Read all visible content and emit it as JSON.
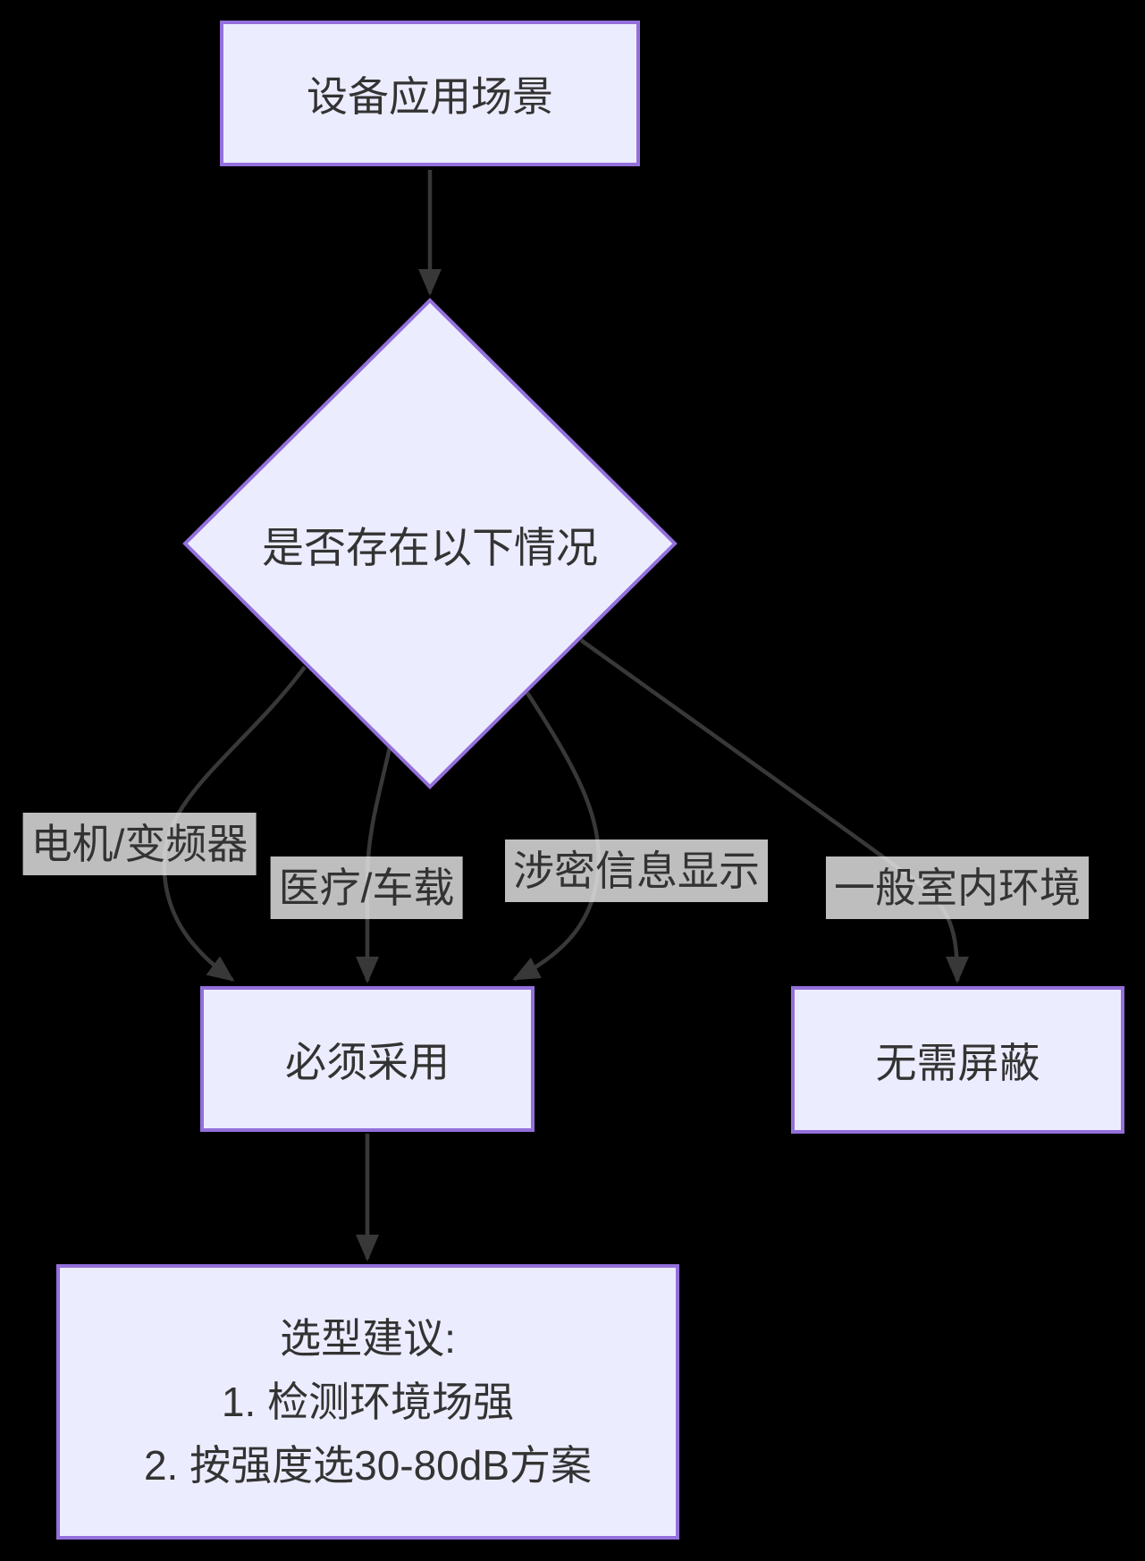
{
  "diagram": {
    "colors": {
      "background": "#000000",
      "node_fill": "#ECECFF",
      "node_border": "#9370DB",
      "text": "#333333",
      "edge": "#383838",
      "edge_label_bg": "#E8E8E8"
    },
    "nodes": {
      "scenario": {
        "label": "设备应用场景"
      },
      "decision": {
        "label": "是否存在以下情况"
      },
      "must_adopt": {
        "label": "必须采用"
      },
      "no_shield": {
        "label": "无需屏蔽"
      },
      "advice": {
        "line1": "选型建议:",
        "line2": "1. 检测环境场强",
        "line3": "2. 按强度选30-80dB方案"
      }
    },
    "edge_labels": {
      "motor_inverter": "电机/变频器",
      "medical_vehicle": "医疗/车载",
      "confidential_display": "涉密信息显示",
      "general_indoor": "一般室内环境"
    }
  }
}
